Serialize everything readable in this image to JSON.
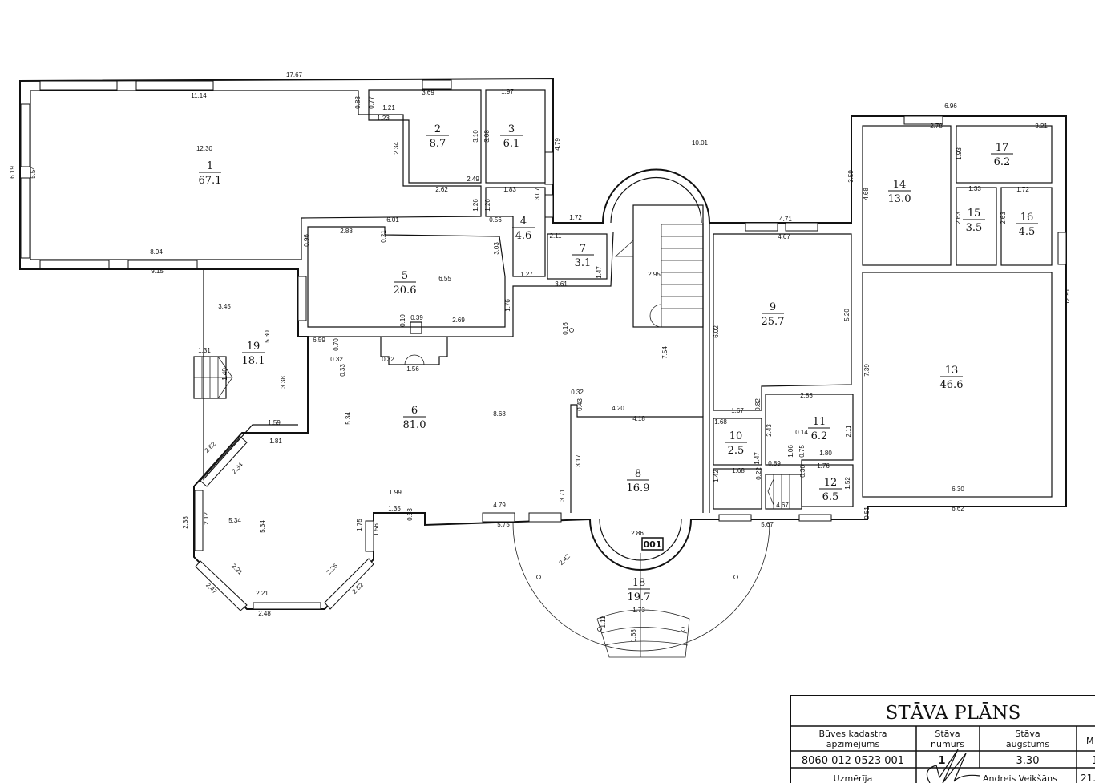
{
  "rooms": [
    {
      "num": "1",
      "area": "67.1"
    },
    {
      "num": "2",
      "area": "8.7"
    },
    {
      "num": "3",
      "area": "6.1"
    },
    {
      "num": "4",
      "area": "4.6"
    },
    {
      "num": "5",
      "area": "20.6"
    },
    {
      "num": "6",
      "area": "81.0"
    },
    {
      "num": "7",
      "area": "3.1"
    },
    {
      "num": "8",
      "area": "16.9"
    },
    {
      "num": "9",
      "area": "25.7"
    },
    {
      "num": "10",
      "area": "2.5"
    },
    {
      "num": "11",
      "area": "6.2"
    },
    {
      "num": "12",
      "area": "6.5"
    },
    {
      "num": "13",
      "area": "46.6"
    },
    {
      "num": "14",
      "area": "13.0"
    },
    {
      "num": "15",
      "area": "3.5"
    },
    {
      "num": "16",
      "area": "4.5"
    },
    {
      "num": "17",
      "area": "6.2"
    },
    {
      "num": "18",
      "area": "19.7"
    },
    {
      "num": "19",
      "area": "18.1"
    }
  ],
  "building_tag": "001",
  "dims": [
    "17.67",
    "11.14",
    "12.30",
    "6.19",
    "5.54",
    "8.94",
    "9.15",
    "0.88",
    "0.77",
    "1.21",
    "1.23",
    "2.34",
    "3.69",
    "3.10",
    "3.08",
    "1.97",
    "2.49",
    "2.62",
    "1.83",
    "4.79",
    "3.07",
    "1.26",
    "1.26",
    "0.56",
    "6.01",
    "2.88",
    "0.21",
    "0.96",
    "3.03",
    "6.55",
    "1.27",
    "1.72",
    "2.11",
    "1.47",
    "3.61",
    "2.95",
    "10.01",
    "3.59",
    "4.71",
    "4.67",
    "2.78",
    "6.96",
    "3.21",
    "1.93",
    "4.68",
    "1.33",
    "1.72",
    "2.63",
    "2.63",
    "12.91",
    "5.20",
    "6.02",
    "7.39",
    "0.16",
    "7.54",
    "1.76",
    "0.10",
    "0.39",
    "2.69",
    "6.59",
    "0.70",
    "0.32",
    "0.32",
    "0.33",
    "1.56",
    "3.45",
    "5.30",
    "1.31",
    "1.40",
    "3.38",
    "5.34",
    "8.68",
    "0.32",
    "0.43",
    "4.20",
    "4.18",
    "1.67",
    "0.82",
    "2.85",
    "1.68",
    "2.43",
    "0.14",
    "2.11",
    "1.06",
    "0.75",
    "1.80",
    "1.47",
    "0.89",
    "1.59",
    "1.81",
    "2.62",
    "2.34",
    "3.17",
    "1.42",
    "1.68",
    "0.22",
    "0.36",
    "1.76",
    "1.52",
    "4.67",
    "6.30",
    "6.62",
    "0.51",
    "2.38",
    "2.12",
    "5.34",
    "5.34",
    "1.75",
    "1.56",
    "1.99",
    "1.35",
    "0.53",
    "4.79",
    "5.75",
    "3.71",
    "2.86",
    "5.67",
    "2.21",
    "2.47",
    "2.26",
    "2.52",
    "2.21",
    "2.48",
    "2.42",
    "1.73",
    "1.11",
    "1.68"
  ],
  "title_block": {
    "title": "STĀVA PLĀNS",
    "col1_header": [
      "Būves kadastra",
      "apzīmējums"
    ],
    "col2_header": [
      "Stāva",
      "numurs"
    ],
    "col3_header": [
      "Stāva",
      "augstums"
    ],
    "col4_header": "M",
    "cadastre": "8060 012 0523 001",
    "floor_number": "1",
    "floor_height": "3.30",
    "col4_value": "1",
    "measured_label": "Uzmērīja",
    "surveyor": "Andreis Veikšāns",
    "date_partial": "21."
  }
}
